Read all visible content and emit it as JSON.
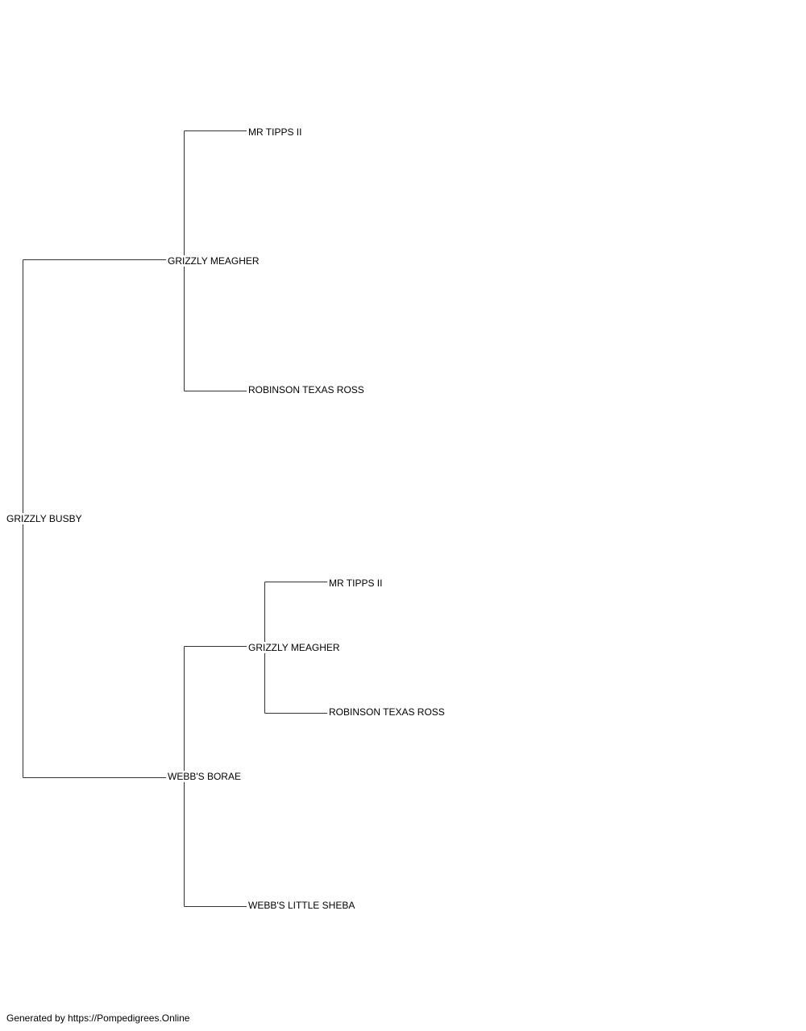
{
  "pedigree": {
    "subject": {
      "name": "GRIZZLY BUSBY"
    },
    "sire": {
      "name": "GRIZZLY MEAGHER",
      "sire": {
        "name": "MR TIPPS II"
      },
      "dam": {
        "name": "ROBINSON TEXAS ROSS"
      }
    },
    "dam": {
      "name": "WEBB'S BORAE",
      "sire": {
        "name": "GRIZZLY MEAGHER",
        "sire": {
          "name": "MR TIPPS II"
        },
        "dam": {
          "name": "ROBINSON TEXAS ROSS"
        }
      },
      "dam": {
        "name": "WEBB'S LITTLE SHEBA"
      }
    }
  },
  "footer": {
    "text": "Generated by https://Pompedigrees.Online"
  },
  "colors": {
    "line": "#000000",
    "text": "#000000",
    "background": "#ffffff"
  }
}
